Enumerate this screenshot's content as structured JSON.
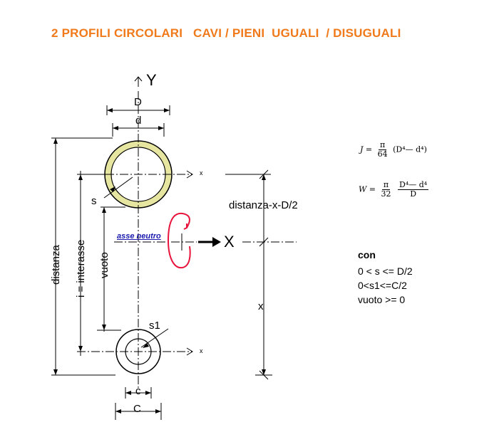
{
  "title": "2 PROFILI CIRCOLARI   CAVI / PIENI  UGUALI  / DISUGUALI",
  "axes": {
    "y_label": "Y",
    "x_label": "X",
    "x_small": "x"
  },
  "dimensions": {
    "D": "D",
    "d": "d",
    "s": "s",
    "s1": "s1",
    "c": "c",
    "C": "C",
    "distanza": "distanza",
    "interasse": "i = interasse",
    "vuoto": "vuoto",
    "distanza_x": "distanza-x-D/2",
    "x": "x"
  },
  "neutral_axis_label": "asse neutro",
  "formulas": {
    "J": {
      "lhs": "J =",
      "num": "π",
      "den": "64",
      "rhs": "(D⁴— d⁴)"
    },
    "W": {
      "lhs": "W =",
      "num": "π",
      "den": "32",
      "num2": "D⁴— d⁴",
      "den2": "D"
    }
  },
  "conditions": {
    "heading": "con",
    "lines": [
      "0 < s <= D/2",
      "0<s1<=C/2",
      "vuoto >= 0"
    ]
  },
  "colors": {
    "title": "#f07a1a",
    "ring_fill": "#e6e6a0",
    "neutral": "#1a1ab0",
    "moment": "#e8143c"
  }
}
